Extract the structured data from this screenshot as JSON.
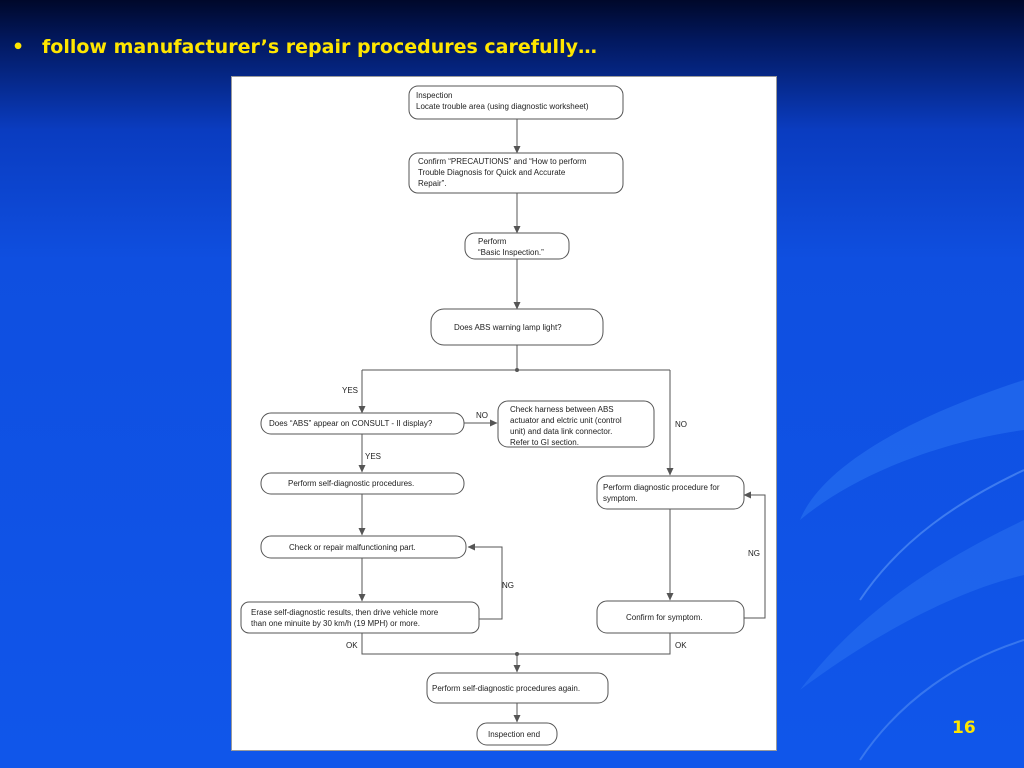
{
  "slide": {
    "bullet_symbol": "•",
    "bullet_text": "follow manufacturer’s repair procedures carefully…",
    "page_number": "16"
  },
  "flowchart": {
    "nodes": {
      "inspection": [
        "Inspection",
        "Locate trouble area (using diagnostic worksheet)"
      ],
      "precautions": [
        "Confirm “PRECAUTIONS” and “How to perform",
        "Trouble Diagnosis for Quick and Accurate",
        "Repair”."
      ],
      "basic": [
        "Perform",
        "“Basic Inspection.”"
      ],
      "abs_lamp": [
        "Does ABS warning lamp light?"
      ],
      "consult": [
        "Does “ABS” appear on CONSULT - II display?"
      ],
      "harness": [
        "Check harness between ABS",
        "actuator and elctric unit (control",
        "unit) and data link connector.",
        "Refer to GI section."
      ],
      "self_diag": [
        "Perform self-diagnostic procedures."
      ],
      "diag_symptom": [
        "Perform diagnostic procedure for",
        "symptom."
      ],
      "check_repair": [
        "Check or repair malfunctioning part."
      ],
      "erase": [
        "Erase self-diagnostic results, then drive vehicle more",
        "than one minuite by 30 km/h (19 MPH) or more."
      ],
      "confirm": [
        "Confirm for symptom."
      ],
      "self_diag_again": [
        "Perform self-diagnostic procedures again."
      ],
      "end": [
        "Inspection end"
      ]
    },
    "edge_labels": {
      "yes_1": "YES",
      "no_harness": "NO",
      "no_right": "NO",
      "yes_2": "YES",
      "ng_left": "NG",
      "ng_right": "NG",
      "ok_left": "OK",
      "ok_right": "OK"
    }
  }
}
